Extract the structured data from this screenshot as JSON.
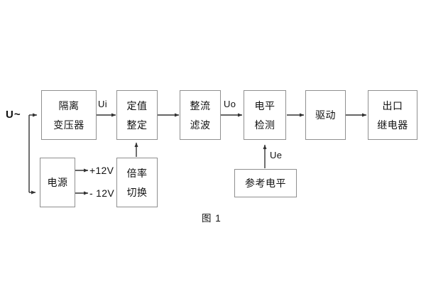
{
  "figure": {
    "caption": "图 1",
    "input_label": "U~"
  },
  "blocks": {
    "isolation_transformer": {
      "line1": "隔离",
      "line2": "变压器"
    },
    "setting_value": {
      "line1": "定值",
      "line2": "整定"
    },
    "rectify_filter": {
      "line1": "整流",
      "line2": "滤波"
    },
    "level_detect": {
      "line1": "电平",
      "line2": "检测"
    },
    "drive": {
      "line1": "驱动"
    },
    "output_relay": {
      "line1": "出口",
      "line2": "继电器"
    },
    "power_supply": {
      "line1": "电源"
    },
    "multiplier_switch": {
      "line1": "倍率",
      "line2": "切换"
    },
    "reference_level": {
      "line1": "参考电平"
    }
  },
  "signals": {
    "ui": "Ui",
    "uo": "Uo",
    "ue": "Ue",
    "v_pos": "+12V",
    "v_neg": "- 12V"
  },
  "colors": {
    "border": "#8f8f8f",
    "wire": "#333333",
    "text": "#111111",
    "background": "#ffffff"
  }
}
